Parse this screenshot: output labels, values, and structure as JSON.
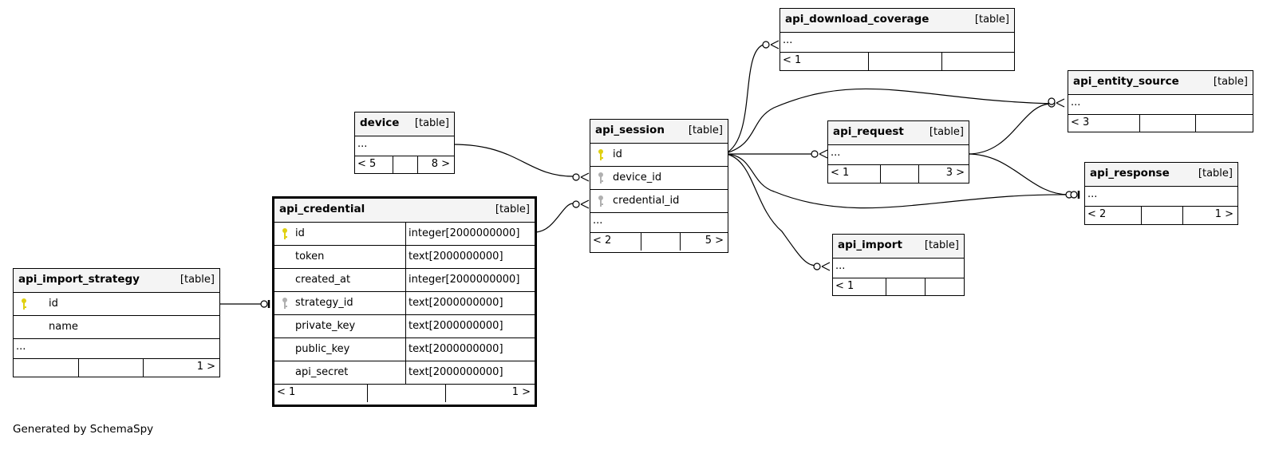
{
  "footer": "Generated by SchemaSpy",
  "kind_label": "[table]",
  "colors": {
    "primary_key": "#e0d010",
    "foreign_key": "#b0b0b0",
    "header_bg": "#f4f4f4"
  },
  "tables": {
    "api_download_coverage": {
      "name": "api_download_coverage",
      "ellipsis": "...",
      "footer_left": "< 1",
      "footer_right": ""
    },
    "api_entity_source": {
      "name": "api_entity_source",
      "ellipsis": "...",
      "footer_left": "< 3",
      "footer_right": ""
    },
    "device": {
      "name": "device",
      "ellipsis": "...",
      "footer_left": "< 5",
      "footer_right": "8 >"
    },
    "api_session": {
      "name": "api_session",
      "columns": [
        {
          "name": "id",
          "key": "primary"
        },
        {
          "name": "device_id",
          "key": "foreign"
        },
        {
          "name": "credential_id",
          "key": "foreign"
        }
      ],
      "ellipsis": "...",
      "footer_left": "< 2",
      "footer_right": "5 >"
    },
    "api_request": {
      "name": "api_request",
      "ellipsis": "...",
      "footer_left": "< 1",
      "footer_right": "3 >"
    },
    "api_response": {
      "name": "api_response",
      "ellipsis": "...",
      "footer_left": "< 2",
      "footer_right": "1 >"
    },
    "api_import": {
      "name": "api_import",
      "ellipsis": "...",
      "footer_left": "< 1",
      "footer_right": ""
    },
    "api_credential": {
      "name": "api_credential",
      "columns": [
        {
          "name": "id",
          "type": "integer[2000000000]",
          "key": "primary"
        },
        {
          "name": "token",
          "type": "text[2000000000]",
          "key": ""
        },
        {
          "name": "created_at",
          "type": "integer[2000000000]",
          "key": ""
        },
        {
          "name": "strategy_id",
          "type": "text[2000000000]",
          "key": "foreign"
        },
        {
          "name": "private_key",
          "type": "text[2000000000]",
          "key": ""
        },
        {
          "name": "public_key",
          "type": "text[2000000000]",
          "key": ""
        },
        {
          "name": "api_secret",
          "type": "text[2000000000]",
          "key": ""
        }
      ],
      "footer_left": "< 1",
      "footer_right": "1 >"
    },
    "api_import_strategy": {
      "name": "api_import_strategy",
      "columns": [
        {
          "name": "id",
          "key": "primary"
        },
        {
          "name": "name",
          "key": ""
        }
      ],
      "ellipsis": "...",
      "footer_left": "",
      "footer_right": "1 >"
    }
  }
}
